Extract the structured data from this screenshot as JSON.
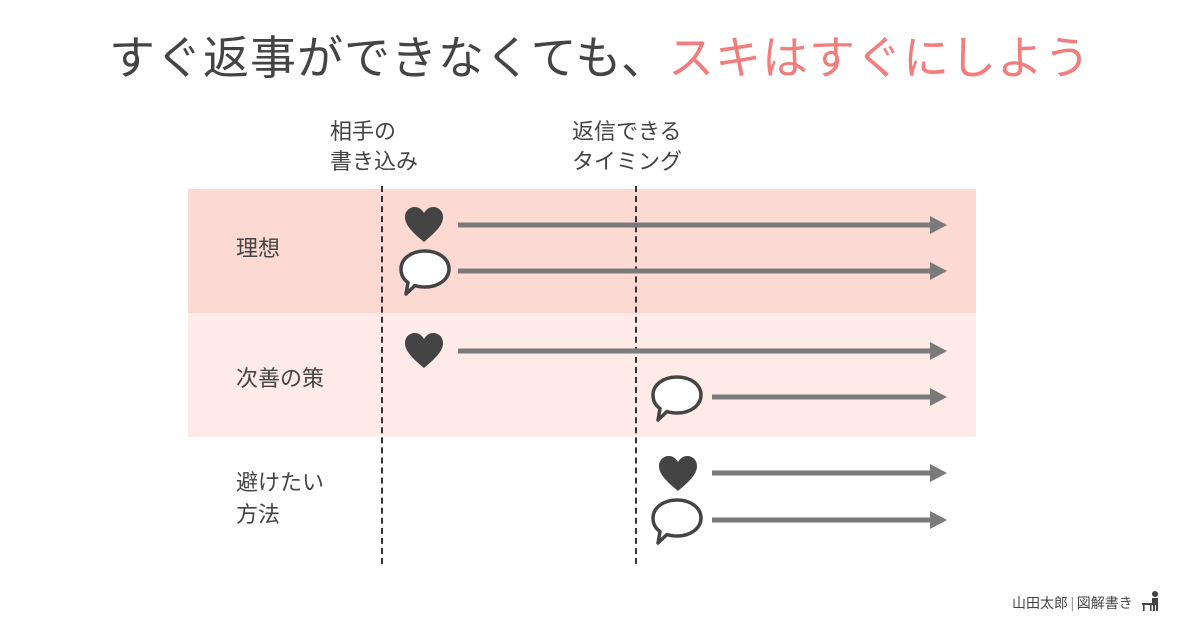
{
  "title": {
    "part1": "すぐ返事ができなくても、",
    "part2": "スキはすぐにしよう"
  },
  "columns": {
    "partner_post": "相手の\n書き込み",
    "reply_timing": "返信できる\nタイミング"
  },
  "rows": [
    {
      "label": "理想",
      "band_color": "#FDD9D4"
    },
    {
      "label": "次善の策",
      "band_color": "#FEEBE8"
    },
    {
      "label": "避けたい\n方法",
      "band_color": "#FFFFFF"
    }
  ],
  "colors": {
    "accent": "#F27D7D",
    "arrow": "#7A7A7A",
    "icon": "#444444",
    "text": "#444444"
  },
  "credit": {
    "name": "山田太郎",
    "label": "図解書き"
  }
}
